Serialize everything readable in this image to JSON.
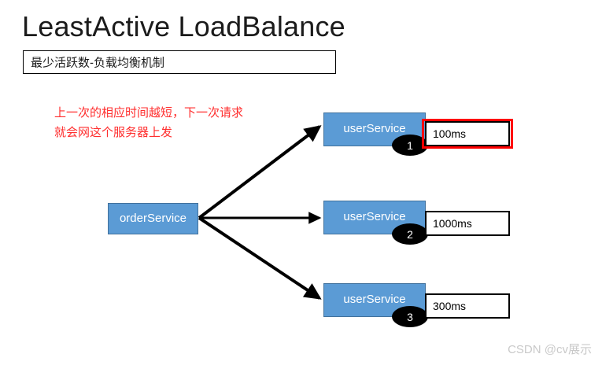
{
  "page": {
    "title": "LeastActive LoadBalance",
    "subtitle": "最少活跃数-负载均衡机制",
    "watermark": "CSDN @cv展示",
    "accent_blue": "#5b9bd5",
    "accent_blue_border": "#41719c",
    "annotation_color": "#ff2d2d",
    "highlight_color": "#ff0000"
  },
  "annotation": {
    "line1": "上一次的相应时间越短，下一次请求",
    "line2": "就会网这个服务器上发"
  },
  "consumer": {
    "label": "orderService"
  },
  "providers": [
    {
      "label": "userService",
      "badge": "1",
      "latency": "100ms",
      "highlighted": true
    },
    {
      "label": "userService",
      "badge": "2",
      "latency": "1000ms",
      "highlighted": false
    },
    {
      "label": "userService",
      "badge": "3",
      "latency": "300ms",
      "highlighted": false
    }
  ]
}
